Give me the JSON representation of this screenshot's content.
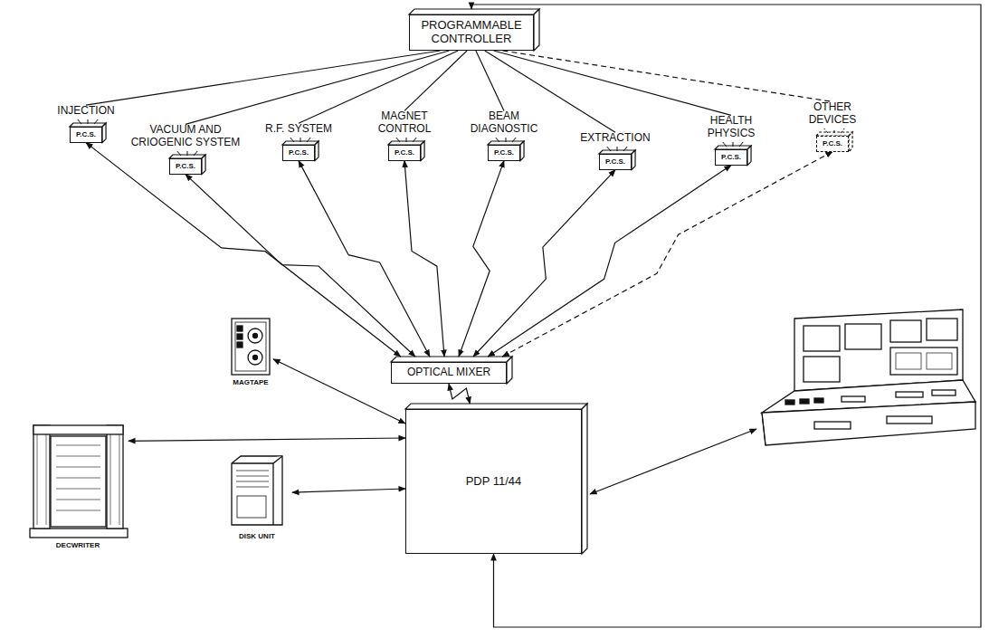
{
  "diagram": {
    "nodes": [
      {
        "text": [
          "PROGRAMMABLE CONTROLLER"
        ]
      },
      {
        "text": [
          "INJECTION",
          "P.C.S."
        ]
      },
      {
        "text": [
          "VACUUM AND CRIOGENIC SYSTEM",
          "P.C.S."
        ]
      },
      {
        "text": [
          "R.F. SYSTEM",
          "P.C.S."
        ]
      },
      {
        "text": [
          "MAGNET CONTROL",
          "P.C.S."
        ]
      },
      {
        "text": [
          "BEAM DIAGNOSTIC",
          "P.C.S."
        ]
      },
      {
        "text": [
          "EXTRACTION",
          "P.C.S."
        ]
      },
      {
        "text": [
          "HEALTH PHYSICS",
          "P.C.S."
        ]
      },
      {
        "text": [
          "OTHER DEVICES",
          "P.C.S."
        ]
      },
      {
        "text": [
          "OPTICAL MIXER"
        ]
      },
      {
        "text": [
          "PDP 11/44"
        ]
      },
      {
        "text": [
          "MAGTAPE"
        ]
      },
      {
        "text": [
          "DECWRITER"
        ]
      },
      {
        "text": [
          "DISK UNIT"
        ]
      }
    ],
    "edges": [
      {
        "from": 0,
        "to": 1,
        "arrow": "none"
      },
      {
        "from": 0,
        "to": 2,
        "arrow": "none"
      },
      {
        "from": 0,
        "to": 3,
        "arrow": "none"
      },
      {
        "from": 0,
        "to": 4,
        "arrow": "none"
      },
      {
        "from": 0,
        "to": 5,
        "arrow": "none"
      },
      {
        "from": 0,
        "to": 6,
        "arrow": "none"
      },
      {
        "from": 0,
        "to": 7,
        "arrow": "none"
      },
      {
        "from": 0,
        "to": 8,
        "arrow": "none"
      },
      {
        "from": 9,
        "to": 1,
        "arrow": "both"
      },
      {
        "from": 9,
        "to": 2,
        "arrow": "both"
      },
      {
        "from": 9,
        "to": 3,
        "arrow": "both"
      },
      {
        "from": 9,
        "to": 4,
        "arrow": "both"
      },
      {
        "from": 9,
        "to": 5,
        "arrow": "both"
      },
      {
        "from": 9,
        "to": 6,
        "arrow": "both"
      },
      {
        "from": 9,
        "to": 7,
        "arrow": "both"
      },
      {
        "from": 9,
        "to": 8,
        "arrow": "both"
      },
      {
        "from": 9,
        "to": 10,
        "arrow": "both"
      },
      {
        "from": 11,
        "to": 10,
        "arrow": "both"
      },
      {
        "from": 12,
        "to": 10,
        "arrow": "both"
      },
      {
        "from": 13,
        "to": 10,
        "arrow": "both"
      },
      {
        "from": 10,
        "to": 0,
        "arrow": "both"
      }
    ]
  }
}
